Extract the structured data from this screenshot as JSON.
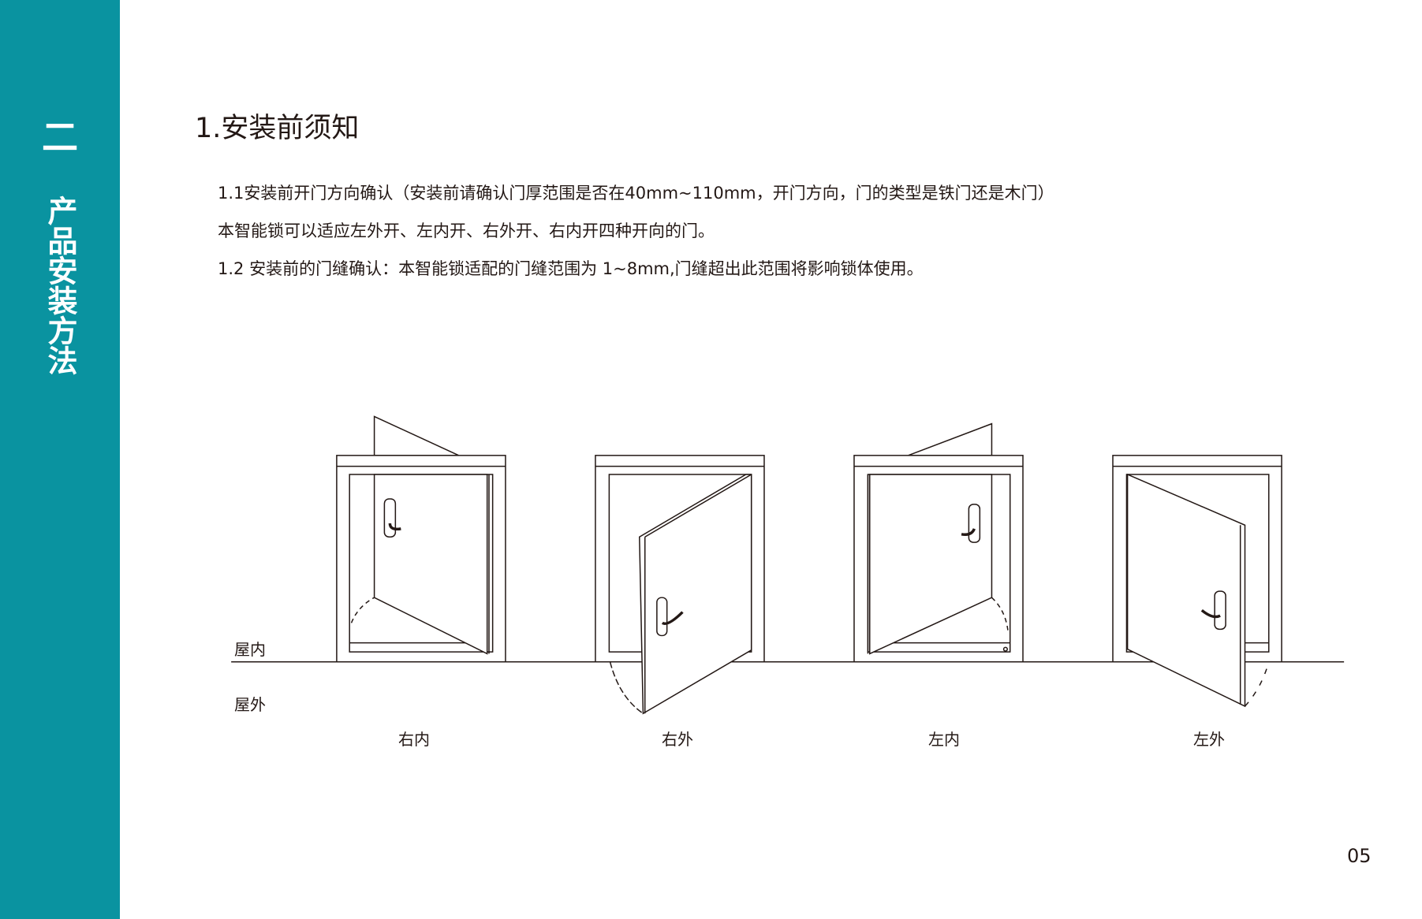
{
  "sidebar": {
    "chapter_number": "二",
    "chapter_title": "产品安装方法",
    "color": "#0a93a0"
  },
  "section_title": "1.安装前须知",
  "paragraphs": [
    "1.1安装前开门方向确认（安装前请确认门厚范围是否在40mm~110mm，开门方向，门的类型是铁门还是木门）",
    "本智能锁可以适应左外开、左内开、右外开、右内开四种开向的门。",
    "1.2 安装前的门缝确认：本智能锁适配的门缝范围为 1~8mm,门缝超出此范围将影响锁体使用。"
  ],
  "diagram": {
    "indoor_label": "屋内",
    "outdoor_label": "屋外",
    "doors": [
      {
        "caption": "右内"
      },
      {
        "caption": "右外"
      },
      {
        "caption": "左内"
      },
      {
        "caption": "左外"
      }
    ]
  },
  "page_number": "05"
}
